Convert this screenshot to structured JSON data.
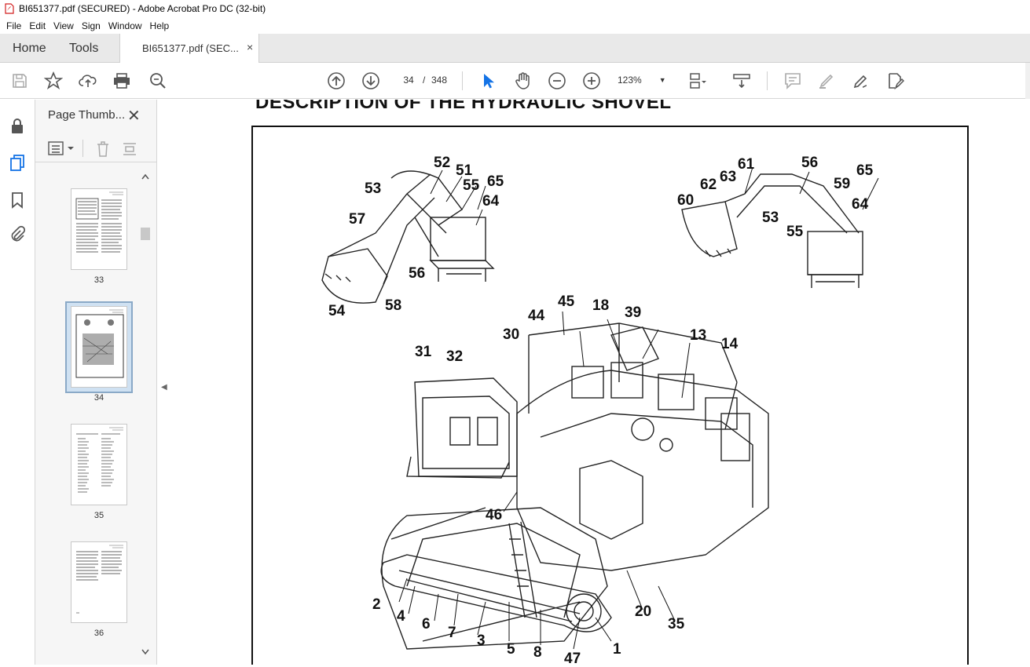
{
  "window": {
    "title": "BI651377.pdf (SECURED) - Adobe Acrobat Pro DC (32-bit)"
  },
  "menu": {
    "items": [
      "File",
      "Edit",
      "View",
      "Sign",
      "Window",
      "Help"
    ]
  },
  "tabs": {
    "home": "Home",
    "tools": "Tools",
    "document": "BI651377.pdf (SEC...",
    "close": "×"
  },
  "toolbar": {
    "page_current": "34",
    "page_sep": "/",
    "page_total": "348",
    "zoom": "123%"
  },
  "thumbnails": {
    "title": "Page Thumb...",
    "close": "✕",
    "pages": [
      "33",
      "34",
      "35",
      "36"
    ],
    "selected": "34"
  },
  "document": {
    "heading": "DESCRIPTION OF THE HYDRAULIC SHOVEL",
    "callouts": [
      "52",
      "51",
      "53",
      "55",
      "65",
      "64",
      "57",
      "56",
      "54",
      "58",
      "61",
      "56",
      "63",
      "62",
      "65",
      "59",
      "60",
      "64",
      "53",
      "55",
      "45",
      "18",
      "39",
      "44",
      "30",
      "13",
      "14",
      "31",
      "32",
      "46",
      "2",
      "4",
      "6",
      "7",
      "3",
      "5",
      "8",
      "47",
      "1",
      "20",
      "35"
    ]
  },
  "colors": {
    "accent": "#1473e6",
    "selected_thumb": "#cfe1f2"
  }
}
